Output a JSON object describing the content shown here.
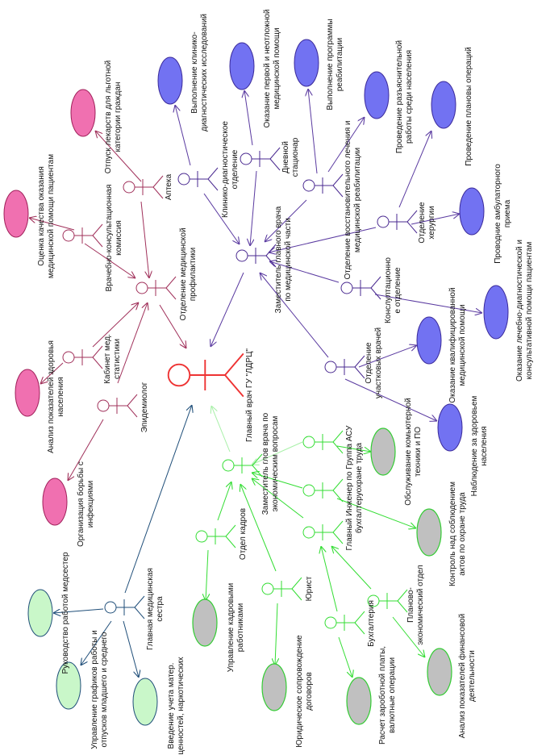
{
  "colors": {
    "pink": "#f070b0",
    "blue": "#7272f2",
    "grey": "#c0c0c0",
    "light_green": "#c9f7c9",
    "main_actor": "#ee3333",
    "green_actor": "#33dd33",
    "navy": "#1f4e79"
  },
  "main_actor": {
    "label": "Главный врач ГУ \"ЛДРЦ\""
  },
  "actors": {
    "prof": [
      "Отделение медицинской",
      "профилактики"
    ],
    "vkk": [
      "Врачебно-консультационная",
      "комиссия"
    ],
    "kab": [
      "Кабинет мед.",
      "статистики"
    ],
    "epid": [
      "Эпидемиолог"
    ],
    "apteka": [
      "Аптека"
    ],
    "klin": [
      "Клинико-диагностическое",
      "отделение"
    ],
    "zam_med": [
      "Заместитель главного врача",
      "по медицинской части"
    ],
    "dnev": [
      "Дневной",
      "стационар"
    ],
    "vosst": [
      "Отделение восстановительного лечения и",
      "медицинской реабилитации"
    ],
    "hir": [
      "Отделение",
      "херургии"
    ],
    "kons": [
      "Конслултационно",
      "е отделение"
    ],
    "uch": [
      "Отделение",
      "участковых врачей"
    ],
    "gms": [
      "Главная медицинская",
      "сестра"
    ],
    "zam_ek": [
      "Заместитель глов врача по",
      "экономическим вопросам"
    ],
    "kadry": [
      "Отдел кадров"
    ],
    "yurist": [
      "Юрист"
    ],
    "ing": [
      "Главный Инженер по  Группа АСУ",
      "бухгалтеруохране труда"
    ],
    "buh": [
      "Бухгалтерия"
    ],
    "plan": [
      "Планово-",
      "экономический отдел"
    ]
  },
  "use_cases": {
    "otpusk": [
      "Отпуск лекарств для льготной",
      "категории граждан"
    ],
    "ocenka": [
      "Оценка качества оказания",
      "медицинской помощи пациентам"
    ],
    "analiz_zd": [
      "Анализ показателей здоровья",
      "населения"
    ],
    "org_inf": [
      "Организация борьбы с",
      "инфекциями"
    ],
    "klin_issl": [
      "Выполнение клинико-",
      "диагностических исследований"
    ],
    "pervaya": [
      "Оказание первой и неотложной",
      "медицинской помощи"
    ],
    "reab": [
      "Выполнение программы",
      "реабилитации"
    ],
    "razyas": [
      "Проведение разъяснительной",
      "работы среди населения"
    ],
    "oper": [
      "Проведение плановы операций"
    ],
    "ambul": [
      "Проводние амбулаторного",
      "приема"
    ],
    "lech_diag": [
      "Оказание лечебно-диагностической и",
      "консультативной помощи пациентам"
    ],
    "kvalif": [
      "Оказание квалифицированной",
      "медицинской помощи"
    ],
    "nabl": [
      "Наблюдение за здоровьем",
      "населения"
    ],
    "comp": [
      "Обслуживание комьютерной",
      "техники и ПО"
    ],
    "ohrana": [
      "Контроль над соблюдением",
      "актов по охране труда"
    ],
    "fin": [
      "Анализ показателей финансовой",
      "деятельности"
    ],
    "zarplata": [
      "Расчет зароботной платы,",
      "валютные операции"
    ],
    "yur": [
      "Юридическое сопровождение",
      "договоров"
    ],
    "kadr_upr": [
      "Управление кадровыми",
      "работниками"
    ],
    "medsestr": [
      "Руководство работой медсестер"
    ],
    "grafik": [
      "Управление графиков работы и",
      "отпусков младшего и среднего"
    ],
    "uchet": [
      "Введение учета матер.",
      "ценностей, наркотических"
    ]
  }
}
